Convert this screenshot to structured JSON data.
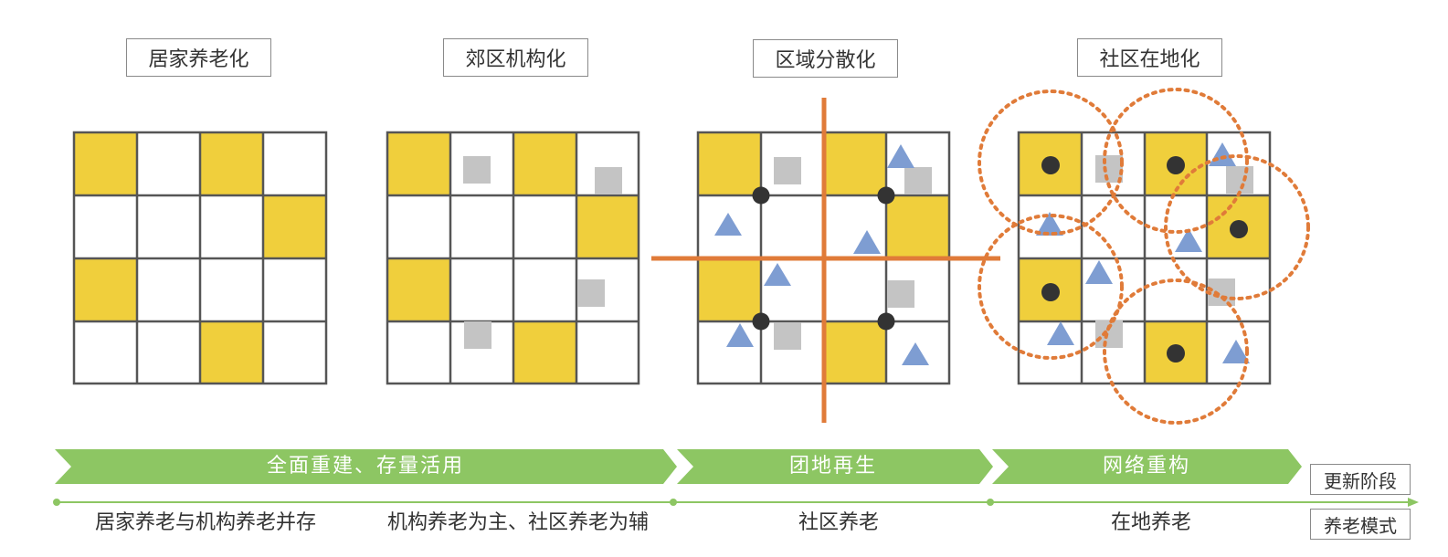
{
  "stage_titles": [
    "居家养老化",
    "郊区机构化",
    "区域分散化",
    "社区在地化"
  ],
  "banners": [
    "全面重建、存量活用",
    "团地再生",
    "网络重构"
  ],
  "modes": [
    "居家养老与机构养老并存",
    "机构养老为主、社区养老为辅",
    "社区养老",
    "在地养老"
  ],
  "row_labels": {
    "stage": "更新阶段",
    "mode": "养老模式"
  },
  "colors": {
    "yellow": "#f0cf3c",
    "grid_line": "#555555",
    "gray_square": "#c4c4c4",
    "triangle": "#7e9dd2",
    "dot": "#333333",
    "orange": "#e07b39",
    "green": "#8dc663"
  },
  "grids": [
    {
      "yellow": [
        [
          0,
          0
        ],
        [
          0,
          2
        ],
        [
          1,
          3
        ],
        [
          2,
          0
        ],
        [
          3,
          2
        ]
      ]
    },
    {
      "yellow": [
        [
          0,
          0
        ],
        [
          0,
          2
        ],
        [
          1,
          3
        ],
        [
          2,
          0
        ],
        [
          3,
          2
        ]
      ]
    },
    {
      "yellow": [
        [
          0,
          0
        ],
        [
          0,
          2
        ],
        [
          1,
          3
        ],
        [
          2,
          0
        ],
        [
          3,
          2
        ]
      ]
    },
    {
      "yellow": [
        [
          0,
          0
        ],
        [
          0,
          2
        ],
        [
          1,
          3
        ],
        [
          2,
          0
        ],
        [
          3,
          2
        ]
      ]
    }
  ]
}
